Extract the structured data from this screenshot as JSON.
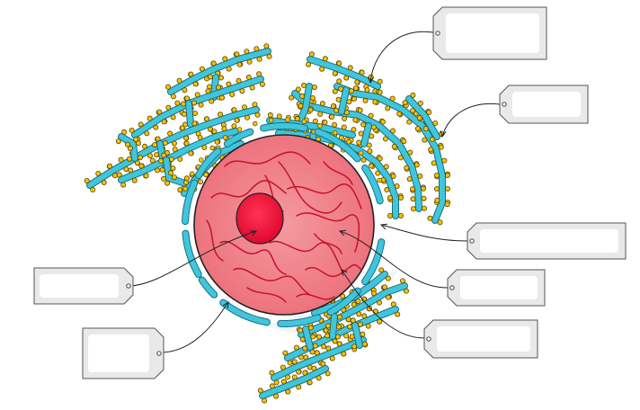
{
  "diagram": {
    "colors": {
      "background": "#ffffff",
      "cytoplasm_fill": "#f07f87",
      "cytoplasm_stroke": "#222222",
      "nucleolus": "#f2163f",
      "chromatin": "#c8102e",
      "er_membrane": "#3fc6dc",
      "ribosome": "#f5c20b",
      "tag_fill": "#e9e9e9",
      "tag_face": "#ffffff",
      "leader_line": "#222222"
    },
    "labels": [
      {
        "id": "label-1",
        "text": ""
      },
      {
        "id": "label-2",
        "text": ""
      },
      {
        "id": "label-3",
        "text": ""
      },
      {
        "id": "label-4",
        "text": ""
      },
      {
        "id": "label-5",
        "text": ""
      },
      {
        "id": "label-6",
        "text": ""
      },
      {
        "id": "label-7",
        "text": ""
      }
    ]
  }
}
